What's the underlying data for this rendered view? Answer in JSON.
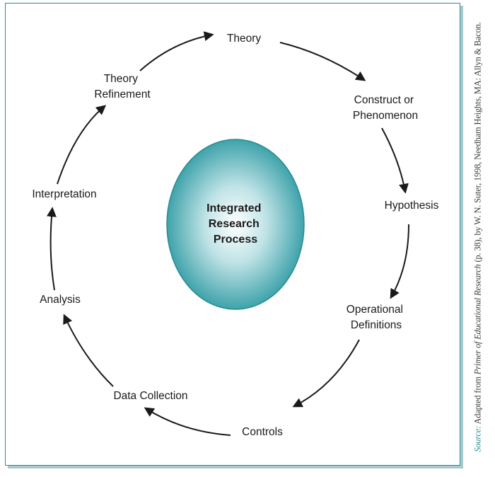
{
  "center": {
    "lines": [
      "Integrated",
      "Research",
      "Process"
    ]
  },
  "cycle": [
    {
      "id": "theory",
      "lines": [
        "Theory"
      ]
    },
    {
      "id": "construct",
      "lines": [
        "Construct or",
        "Phenomenon"
      ]
    },
    {
      "id": "hypothesis",
      "lines": [
        "Hypothesis"
      ]
    },
    {
      "id": "operational",
      "lines": [
        "Operational",
        "Definitions"
      ]
    },
    {
      "id": "controls",
      "lines": [
        "Controls"
      ]
    },
    {
      "id": "data-collection",
      "lines": [
        "Data Collection"
      ]
    },
    {
      "id": "analysis",
      "lines": [
        "Analysis"
      ]
    },
    {
      "id": "interpretation",
      "lines": [
        "Interpretation"
      ]
    },
    {
      "id": "theory-refinement",
      "lines": [
        "Theory",
        "Refinement"
      ]
    }
  ],
  "source_note": {
    "label": "Source:",
    "pre": " Adapted from ",
    "title": "Primer of Educational Research",
    "post": " (p. 38), by W. N. Suter, 1998, Needham Heights, MA: Allyn & Bacon."
  },
  "colors": {
    "frame": "#2c8f95",
    "ellipse_center": "#ffffff",
    "ellipse_edge": "#3fa3ab",
    "text": "#1a1a1a"
  }
}
